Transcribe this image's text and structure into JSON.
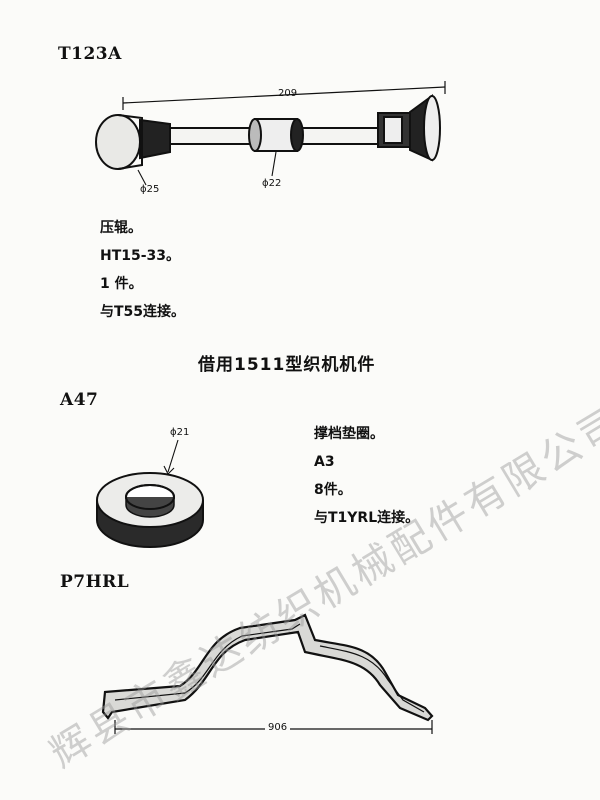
{
  "part1": {
    "code": "T123A",
    "dim_length": "209",
    "dim_left_dia": "ϕ25",
    "dim_mid_dia": "ϕ22",
    "notes": [
      "压辊。",
      "HT15-33。",
      "1 件。",
      "与T55连接。"
    ]
  },
  "section_heading": "借用1511型织机机件",
  "part2": {
    "code": "A47",
    "dim_dia": "ϕ21",
    "notes": [
      "撑档垫圈。",
      "A3",
      "8件。",
      "与T1YRL连接。"
    ]
  },
  "part3": {
    "code": "P7HRL",
    "dim_length": "906"
  },
  "watermark": "辉县市鑫达纺织机械配件有限公司"
}
